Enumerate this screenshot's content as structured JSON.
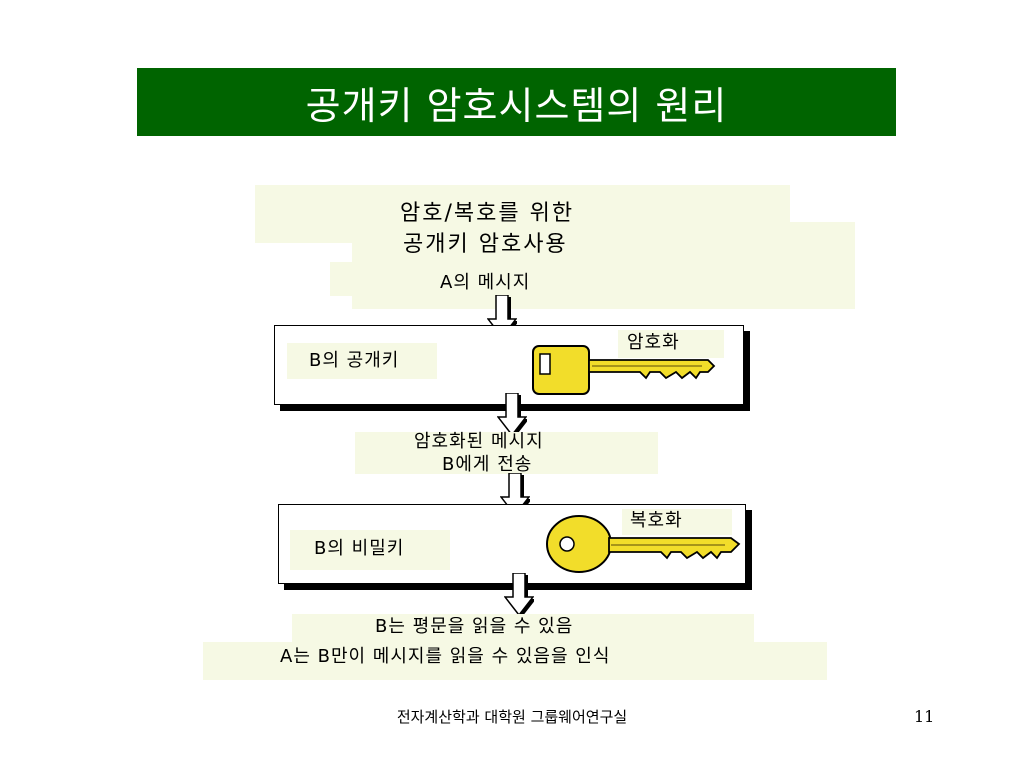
{
  "slide": {
    "title": "공개키 암호시스템의 원리",
    "heading_line1": "암호/복호를 위한",
    "heading_line2": "공개키 암호사용",
    "message_a": "A의 메시지",
    "public_key_label": "B의 공개키",
    "encrypt_label": "암호화",
    "encrypted_line1": "암호화된 메시지",
    "encrypted_line2": "B에게 전송",
    "private_key_label": "B의 비밀키",
    "decrypt_label": "복호화",
    "result_line1": "B는 평문을 읽을 수 있음",
    "result_line2": "A는 B만이 메시지를 읽을 수 있음을 인식"
  },
  "footer": {
    "text": "전자계산학과 대학원 그룹웨어연구실",
    "page_number": "11"
  },
  "colors": {
    "title_bg": "#006400",
    "panel_bg": "#f6f9e4",
    "key_yellow": "#f2dd2a"
  }
}
